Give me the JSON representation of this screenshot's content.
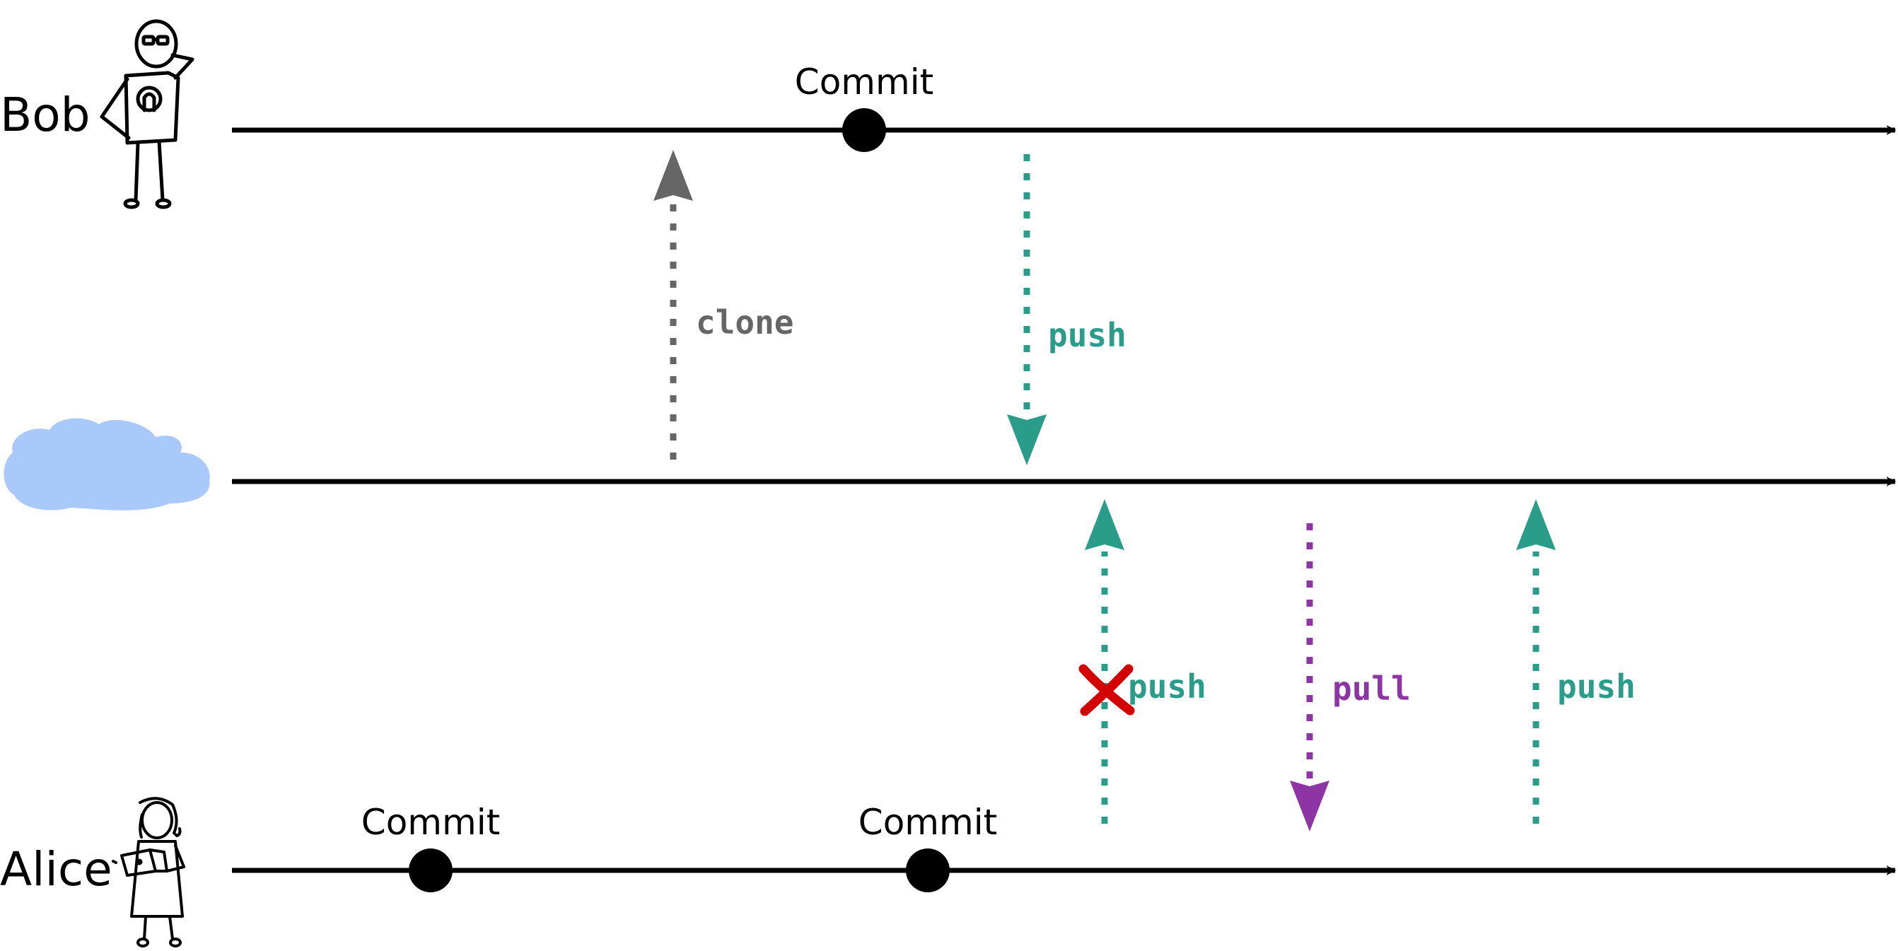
{
  "actors": [
    {
      "id": "bob",
      "name": "Bob",
      "icon": "person-with-glasses-icon"
    },
    {
      "id": "remote",
      "name": "",
      "icon": "cloud-icon"
    },
    {
      "id": "alice",
      "name": "Alice",
      "icon": "person-with-laptop-icon"
    }
  ],
  "commit_label": "Commit",
  "commits": [
    {
      "actor": "bob",
      "label": "Commit"
    },
    {
      "actor": "alice",
      "label": "Commit"
    },
    {
      "actor": "alice",
      "label": "Commit"
    }
  ],
  "operations": [
    {
      "label": "clone",
      "from": "remote",
      "to": "bob",
      "color": "#666666"
    },
    {
      "label": "push",
      "from": "bob",
      "to": "remote",
      "color": "#2a9d8a"
    },
    {
      "label": "push",
      "from": "alice",
      "to": "remote",
      "color": "#2a9d8a",
      "rejected": true
    },
    {
      "label": "pull",
      "from": "remote",
      "to": "alice",
      "color": "#8e35a6"
    },
    {
      "label": "push",
      "from": "alice",
      "to": "remote",
      "color": "#2a9d8a"
    }
  ],
  "colors": {
    "timeline": "#000000",
    "cloud": "#a9c9fb",
    "reject_mark": "#d40000"
  }
}
